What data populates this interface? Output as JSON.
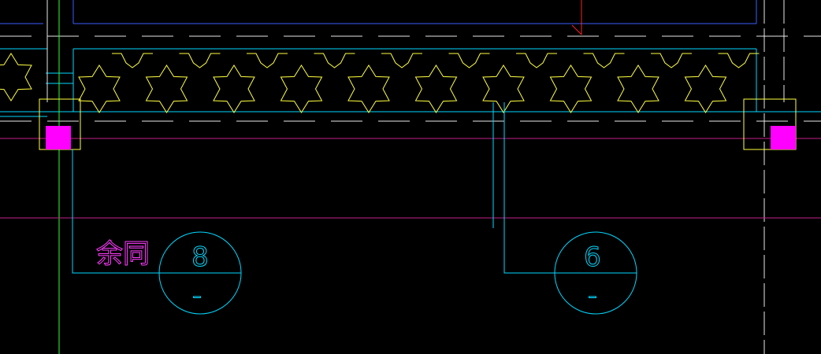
{
  "colors": {
    "background": "#000000",
    "cyan": "#00d8ff",
    "blue": "#3a5dff",
    "yellow": "#ffff40",
    "magenta": "#ff00ff",
    "red": "#ff2020",
    "white": "#e8e8e8",
    "green": "#30ff30",
    "dark_red": "#a00040"
  },
  "annotations": {
    "note_label": "余同"
  },
  "detail_bubbles": [
    {
      "number": "8",
      "sheet": "–"
    },
    {
      "number": "6",
      "sheet": "–"
    }
  ],
  "icons": {
    "column_marker": "filled-square-icon",
    "insulation_hatch": "star-hatch-icon"
  }
}
